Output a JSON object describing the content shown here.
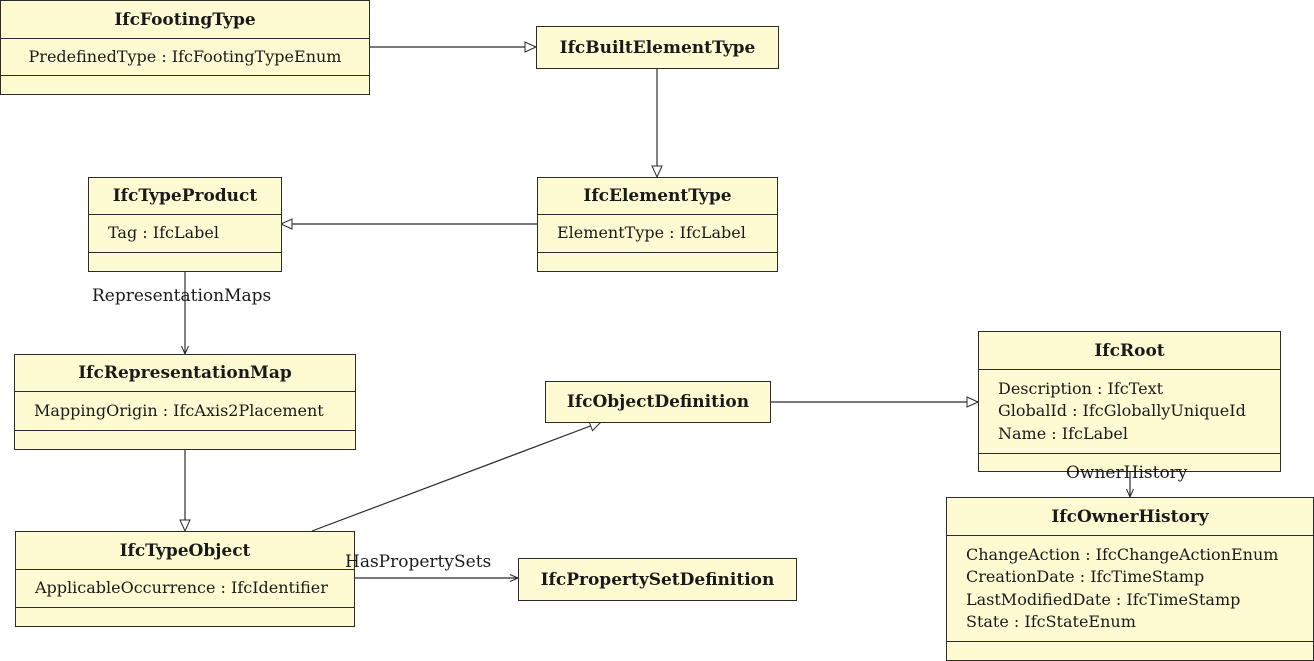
{
  "classes": {
    "footing_type": {
      "name": "IfcFootingType",
      "attributes": [
        "PredefinedType : IfcFootingTypeEnum"
      ]
    },
    "built_element_type": {
      "name": "IfcBuiltElementType"
    },
    "type_product": {
      "name": "IfcTypeProduct",
      "attributes": [
        "Tag : IfcLabel"
      ]
    },
    "element_type": {
      "name": "IfcElementType",
      "attributes": [
        "ElementType : IfcLabel"
      ]
    },
    "representation_map": {
      "name": "IfcRepresentationMap",
      "attributes": [
        "MappingOrigin : IfcAxis2Placement"
      ]
    },
    "object_definition": {
      "name": "IfcObjectDefinition"
    },
    "root": {
      "name": "IfcRoot",
      "attributes": [
        "Description : IfcText",
        "GlobalId : IfcGloballyUniqueId",
        "Name : IfcLabel"
      ]
    },
    "type_object": {
      "name": "IfcTypeObject",
      "attributes": [
        "ApplicableOccurrence : IfcIdentifier"
      ]
    },
    "property_set_definition": {
      "name": "IfcPropertySetDefinition"
    },
    "owner_history": {
      "name": "IfcOwnerHistory",
      "attributes": [
        "ChangeAction : IfcChangeActionEnum",
        "CreationDate : IfcTimeStamp",
        "LastModifiedDate : IfcTimeStamp",
        "State : IfcStateEnum"
      ]
    }
  },
  "associations": {
    "representation_maps": "RepresentationMaps",
    "has_property_sets": "HasPropertySets",
    "owner_history": "OwnerHistory"
  },
  "colors": {
    "class_fill": "#fefad2",
    "line": "#2b2b2b"
  }
}
